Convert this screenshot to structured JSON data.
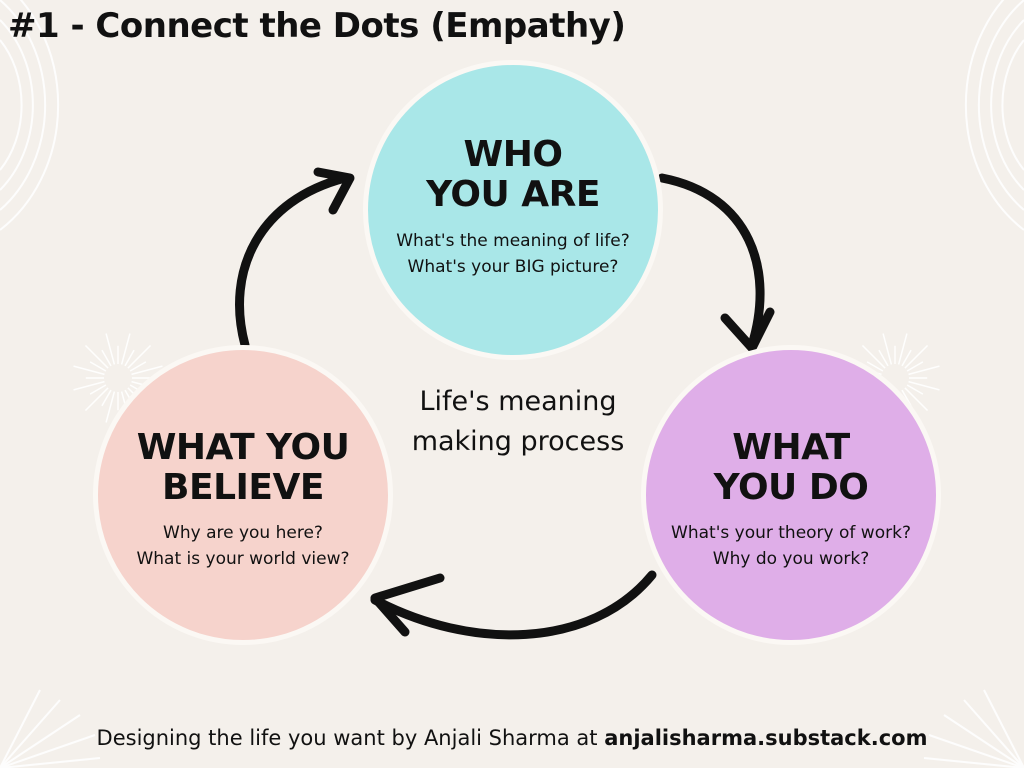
{
  "title": "#1 - Connect the Dots (Empathy)",
  "center": {
    "line1": "Life's meaning",
    "line2": "making process"
  },
  "circles": {
    "who": {
      "heading_line1": "WHO",
      "heading_line2": "YOU ARE",
      "question1": "What's the meaning of life?",
      "question2": "What's your BIG picture?",
      "color": "#a9e7e8"
    },
    "believe": {
      "heading_line1": "WHAT YOU",
      "heading_line2": "BELIEVE",
      "question1": "Why are you here?",
      "question2": "What is your world view?",
      "color": "#f6d3cc"
    },
    "do": {
      "heading_line1": "WHAT",
      "heading_line2": "YOU DO",
      "question1": "What's your theory of work?",
      "question2": "Why do you work?",
      "color": "#dfaee8"
    }
  },
  "footer": {
    "text": "Designing the life you want by Anjali Sharma at ",
    "url": "anjalisharma.substack.com"
  }
}
